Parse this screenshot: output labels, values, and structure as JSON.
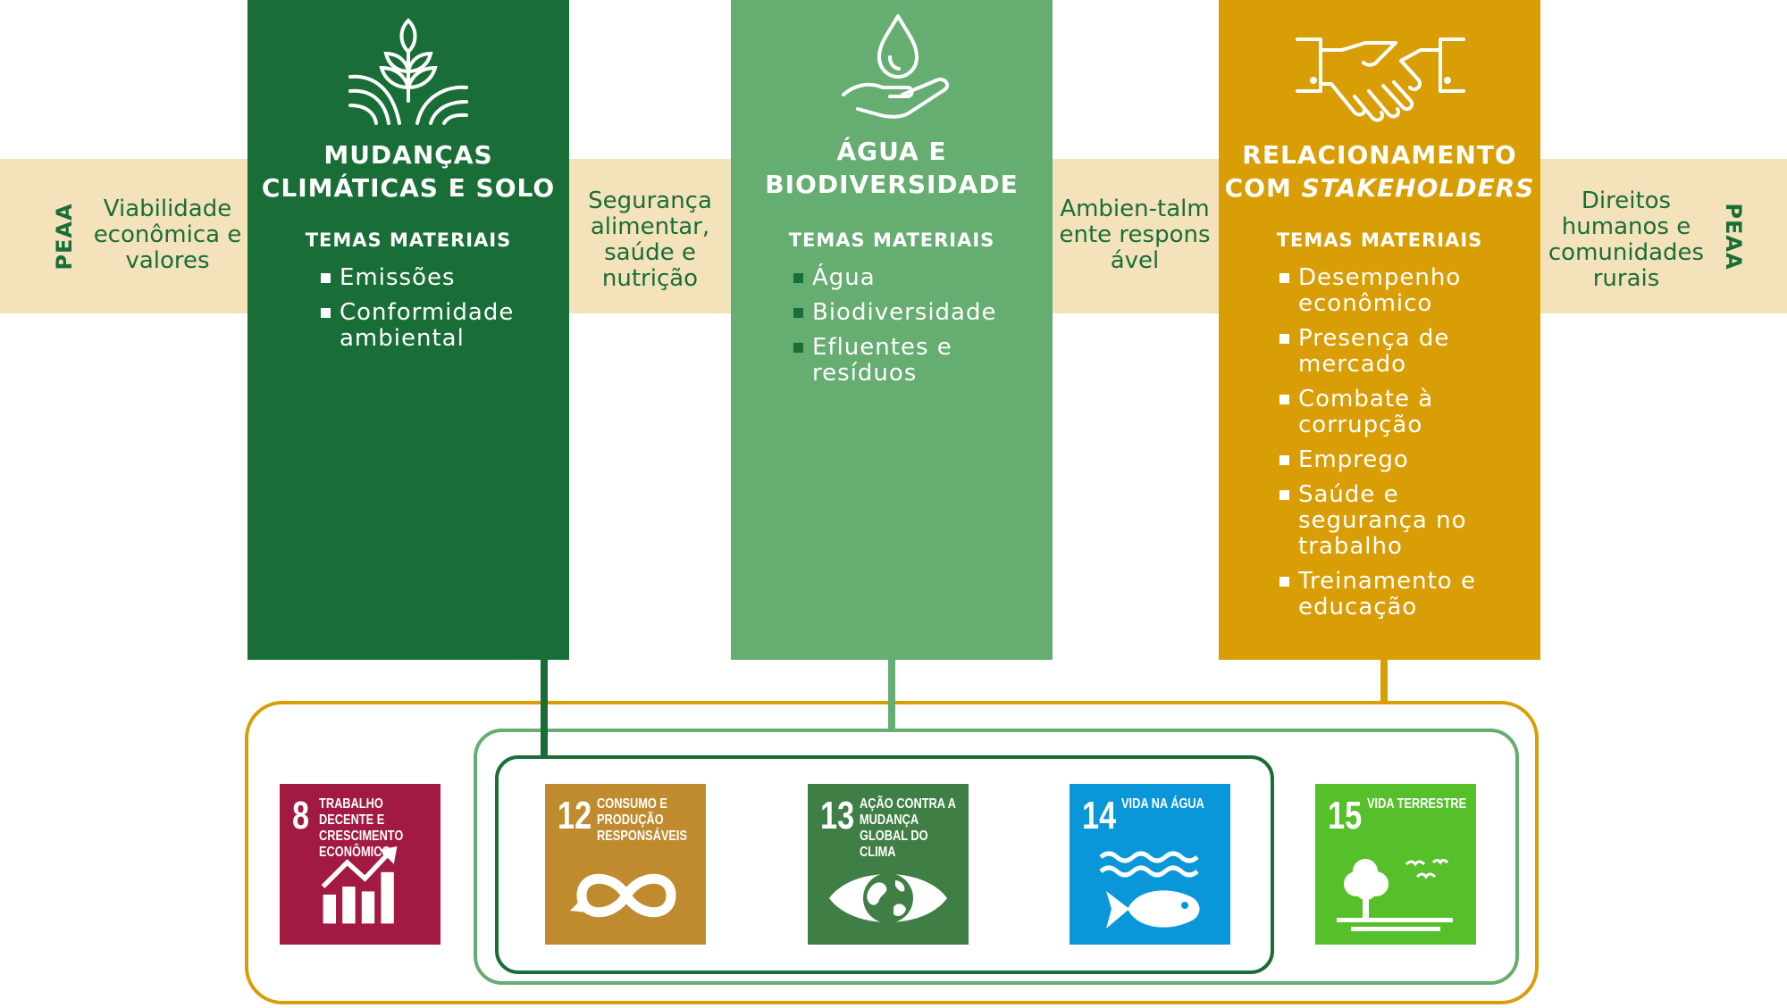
{
  "band": {
    "peaa_left": "PEAA",
    "peaa_right": "PEAA",
    "connectors": [
      "Viabilidade econômica e valores",
      "Segurança alimentar, saúde e nutrição",
      "Ambien-talmente responsável",
      "Direitos humanos e comunidades rurais"
    ]
  },
  "columns": [
    {
      "title_line1": "MUDANÇAS",
      "title_line2": "CLIMÁTICAS E SOLO",
      "temas_label": "TEMAS MATERIAIS",
      "items": [
        "Emissões",
        "Conformidade ambiental"
      ],
      "color": "#196e38",
      "icon": "plant-field-icon"
    },
    {
      "title_line1": "ÁGUA E",
      "title_line2": "BIODIVERSIDADE",
      "temas_label": "TEMAS MATERIAIS",
      "items": [
        "Água",
        "Biodiversidade",
        "Efluentes e resíduos"
      ],
      "color": "#66ad72",
      "icon": "water-drop-hand-icon"
    },
    {
      "title_line1": "RELACIONAMENTO",
      "title_line2_prefix": "COM ",
      "title_line2_italic": "STAKEHOLDERS",
      "temas_label": "TEMAS MATERIAIS",
      "items": [
        "Desempenho econômico",
        "Presença de mercado",
        "Combate à corrupção",
        "Emprego",
        "Saúde e segurança no trabalho",
        "Treinamento e educação"
      ],
      "color": "#d99e06",
      "icon": "handshake-icon"
    }
  ],
  "sdgs": [
    {
      "number": "8",
      "label": "TRABALHO DECENTE E CRESCIMENTO ECONÔMICO",
      "color": "#a21942",
      "icon": "growth-chart-icon"
    },
    {
      "number": "12",
      "label": "CONSUMO E PRODUÇÃO RESPONSÁVEIS",
      "color": "#bf8b2e",
      "icon": "infinity-icon"
    },
    {
      "number": "13",
      "label": "AÇÃO CONTRA A MUDANÇA GLOBAL DO CLIMA",
      "color": "#3f7e44",
      "icon": "eye-globe-icon"
    },
    {
      "number": "14",
      "label": "VIDA NA ÁGUA",
      "color": "#0a97d9",
      "icon": "fish-waves-icon"
    },
    {
      "number": "15",
      "label": "VIDA TERRESTRE",
      "color": "#56c02b",
      "icon": "tree-birds-icon"
    }
  ]
}
